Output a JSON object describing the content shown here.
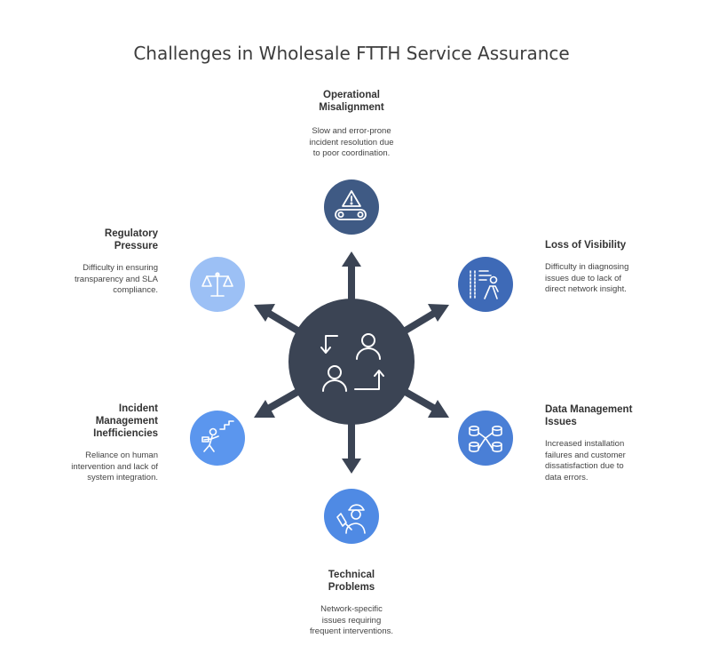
{
  "title": "Challenges in Wholesale FTTH Service Assurance",
  "colors": {
    "hub": "#3b4454",
    "operational": "#3f5a84",
    "visibility": "#3e6ab7",
    "data_management": "#4a7fd6",
    "technical": "#4f8ae4",
    "incident": "#5b96ee",
    "regulatory": "#9cc0f5"
  },
  "nodes": {
    "operational": {
      "heading": "Operational\nMisalignment",
      "desc": "Slow and error-prone\nincident resolution due\nto poor coordination.",
      "icon": "warning-conveyor-icon"
    },
    "visibility": {
      "heading": "Loss of Visibility",
      "desc": "Difficulty in diagnosing\nissues due to lack of\ndirect network insight.",
      "icon": "person-data-icon"
    },
    "data_management": {
      "heading": "Data Management\nIssues",
      "desc": "Increased installation\nfailures and customer\ndissatisfaction due to\ndata errors.",
      "icon": "database-network-icon"
    },
    "technical": {
      "heading": "Technical\nProblems",
      "desc": "Network-specific\nissues requiring\nfrequent interventions.",
      "icon": "technician-icon"
    },
    "incident": {
      "heading": "Incident\nManagement\nInefficiencies",
      "desc": "Reliance on human\nintervention and lack of\nsystem integration.",
      "icon": "person-stairs-icon"
    },
    "regulatory": {
      "heading": "Regulatory\nPressure",
      "desc": "Difficulty in ensuring\ntransparency and SLA\ncompliance.",
      "icon": "scales-icon"
    }
  }
}
